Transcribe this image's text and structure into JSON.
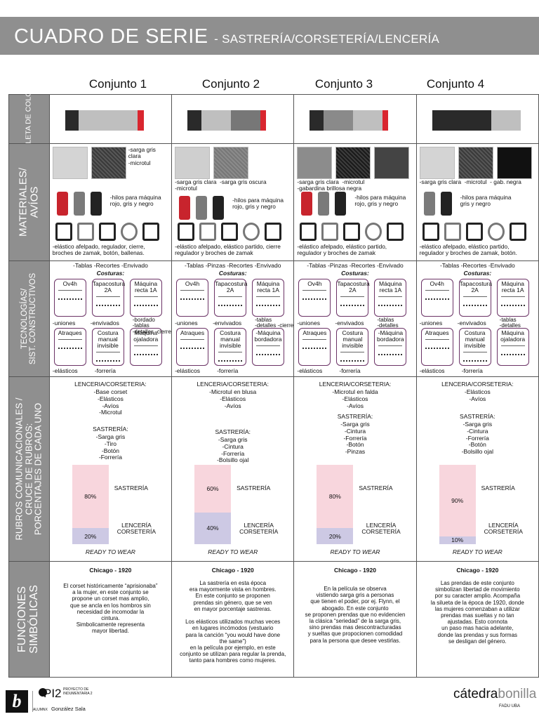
{
  "header": {
    "title": "CUADRO DE SERIE",
    "subtitle": "- SASTRERÍA/CORSETERÍA/LENCERÍA"
  },
  "columns": [
    "Conjunto 1",
    "Conjunto 2",
    "Conjunto 3",
    "Conjunto 4"
  ],
  "rows": {
    "palette": "PALETA DE COLOR",
    "materials": "MATERIALES/\nAVÍOS",
    "tech": "TECNOLOGÍAS/\nSIST. CONSTRUCTIVOS",
    "rubros": "RUBROS COMUNICACIONALES /\nCRUCE DE RUBROS:\nPORCENTAJES DE CADA UNO",
    "func": "FUNCIONES\nSIMBÓLICAS"
  },
  "palettes": [
    [
      "#2a2a2a",
      "#bfbfbf",
      "#bfbfbf",
      "#d9262f"
    ],
    [
      "#2a2a2a",
      "#bfbfbf",
      "#777777",
      "#d9262f"
    ],
    [
      "#2a2a2a",
      "#8a8a8a",
      "#bfbfbf",
      "#d9262f"
    ],
    [
      "#2a2a2a",
      "#2a2a2a",
      "#bfbfbf"
    ]
  ],
  "materials": [
    {
      "fabrics": "-sarga gris\nclara\n-microtul",
      "threads": "-hilos para máquina\nrojo, gris y negro",
      "notions": "-elástico afelpado, regulador, cierre,\nbroches de zamak, botón, ballenas."
    },
    {
      "fabrics": "-sarga gris clara  -sarga gris oscura\n-microtul",
      "threads": "-hilos para máquina\nrojo, gris y negro",
      "notions": "-elástico afelpado, elástico partido, cierre\nregulador y broches de zamak"
    },
    {
      "fabrics": "-sarga gris clara  -microtul\n-gabardina brillosa negra",
      "threads": "-hilos para máquina\nrojo, gris y negro",
      "notions": "-elástico afelpado, elástico partido,\nregulador y broches de zamak"
    },
    {
      "fabrics": "-sarga gris clara  -microtul  - gab. negra",
      "threads": "-hilos para máquina\ngris y negro",
      "notions": "-elástico afelpado, elástico partido,\nregulador y broches de zamak, botón."
    }
  ],
  "tech": {
    "top": [
      "-Tablas  -Recortes  -Envivado",
      "-Tablas  -Pinzas  -Recortes  -Envivado",
      "-Tablas  -Pinzas  -Recortes  -Envivado",
      "-Tablas  -Recortes  -Envivado"
    ],
    "costuras": "Costuras:",
    "m1": "Ov4h",
    "m2": "Tapacostura\n2A",
    "m3": "Máquina\nrecta 1A",
    "m4": "Atraques",
    "m5": "Costura\nmanual\ninvisible",
    "m6": "Máquina\nojaladora",
    "m6b": "-Máquina\nbordadora",
    "u1": "-uniones",
    "u2": "-envivados",
    "t3a": "-bordado\n-tablas\n-detalles -cierre",
    "t3b": "-tablas\n-detalles -cierre",
    "t3c": "-tablas\n-detalles",
    "t3d": "-tablas\n-detalles",
    "e1": "-elásticos",
    "e2": "-forrería"
  },
  "rubros": [
    {
      "lencTitle": "LENCERIA/CORSETERIA:",
      "lenc": "-Base corset\n-Elásticos\n-Avíos\n-Microtul",
      "sastTitle": "SASTRERÍA:",
      "sast": "-Sarga gris\n-Tiro\n-Botón\n-Forrería",
      "sastPct": "80%",
      "lencPct": "20%",
      "s": 80,
      "l": 20
    },
    {
      "lencTitle": "LENCERIA/CORSETERIA:",
      "lenc": "-Microtul en blusa\n-Elásticos\n-Avíos",
      "sastTitle": "SASTRERÍA:",
      "sast": "-Sarga gris\n-Cintura\n-Forrería\n-Bolsillo ojal",
      "sastPct": "60%",
      "lencPct": "40%",
      "s": 60,
      "l": 40
    },
    {
      "lencTitle": "LENCERIA/CORSETERIA:",
      "lenc": "-Microtul en falda\n-Elásticos\n-Avíos",
      "sastTitle": "SASTRERÍA:",
      "sast": "-Sarga gris\n-Cintura\n-Forrería\n-Botón\n-Pinzas",
      "sastPct": "80%",
      "lencPct": "20%",
      "s": 80,
      "l": 20
    },
    {
      "lencTitle": "LENCERIA/CORSETERIA:",
      "lenc": "-Elásticos\n-Avíos",
      "sastTitle": "SASTRERÍA:",
      "sast": "-Sarga gris\n-Cintura\n-Forrería\n-Botón\n-Bolsillo ojal",
      "sastPct": "90%",
      "lencPct": "10%",
      "s": 90,
      "l": 10
    }
  ],
  "barLabels": {
    "sast": "SASTRERÍA",
    "lenc": "LENCERÍA\nCORSETERÍA",
    "rtw": "READY TO WEAR"
  },
  "func": [
    {
      "title": "Chicago - 1920",
      "text": "El corset históricamente “aprisionaba”\na la mujer, en este conjunto se\npropone un corset mas amplio,\nque se ancla en los hombros sin\nnecesidad de incomodar la\ncintura.\nSimbolicamente representa\nmayor libertad."
    },
    {
      "title": "Chicago - 1920",
      "text": "La sastrería en esta época\nera mayormente vista en hombres.\nEn este conjunto se proponen\nprendas sin género, que se ven\nen mayor porcentaje sastreras.\n\nLos elásticos utilizados muchas veces\nen lugares incómodos (vestuario\npara la canción “you would have done\nthe same”)\nen la película por ejemplo, en este\nconjunto se utilizan para regular la prenda,\ntanto para hombres como mujeres."
    },
    {
      "title": "Chicago - 1920",
      "text": "En la película se observa\nvistiendo sarga gris a personas\nque tienen el poder, por ej. Flynn, el\nabogado. En este conjunto\nse proponen prendas que no evidencien\nla clásica “seriedad” de la sarga gris,\nsino prendas mas descontracturadas\ny sueltas que propocionen comodidad\npara la persona que desee vestirlas."
    },
    {
      "title": "Chicago - 1920",
      "text": "Las prendas de este conjunto\nsimbolizan libertad de movimiento\npor su caracter amplio. Acompaña\nla silueta de la época de 1920, donde\nlas mujeres comenzaban a utilizar\nprendas mas sueltas y no tan\najustadas. Esto connota\nun paso mas hacia adelante,\ndonde las prendas y sus formas\nse desligan del género."
    }
  ],
  "footer": {
    "logo": "b",
    "pi2": "PI2",
    "pi2sub": "PROYECTO DE\nINDUMENTARIA 2",
    "alumna": "ALUMNX",
    "name": "González Sala",
    "catedra": "cátedra",
    "bonilla": "bonilla",
    "fadu": "FADU UBA"
  }
}
